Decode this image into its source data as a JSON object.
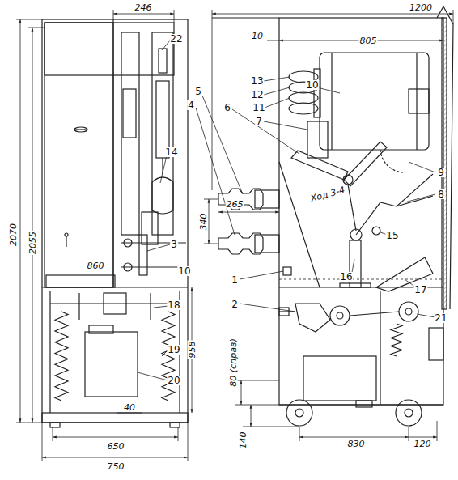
{
  "diagram": {
    "labels": [
      "246",
      "1200",
      "805",
      "10",
      "22",
      "10",
      "13",
      "12",
      "11",
      "7",
      "5",
      "4",
      "6",
      "14",
      "9",
      "8",
      "Ход 3-4",
      "265",
      "340",
      "15",
      "3",
      "860",
      "10",
      "1",
      "16",
      "17",
      "18",
      "2",
      "21",
      "958",
      "19",
      "80 (справ)",
      "20",
      "40",
      "140",
      "830",
      "120",
      "650",
      "750",
      "2070",
      "2055"
    ]
  }
}
